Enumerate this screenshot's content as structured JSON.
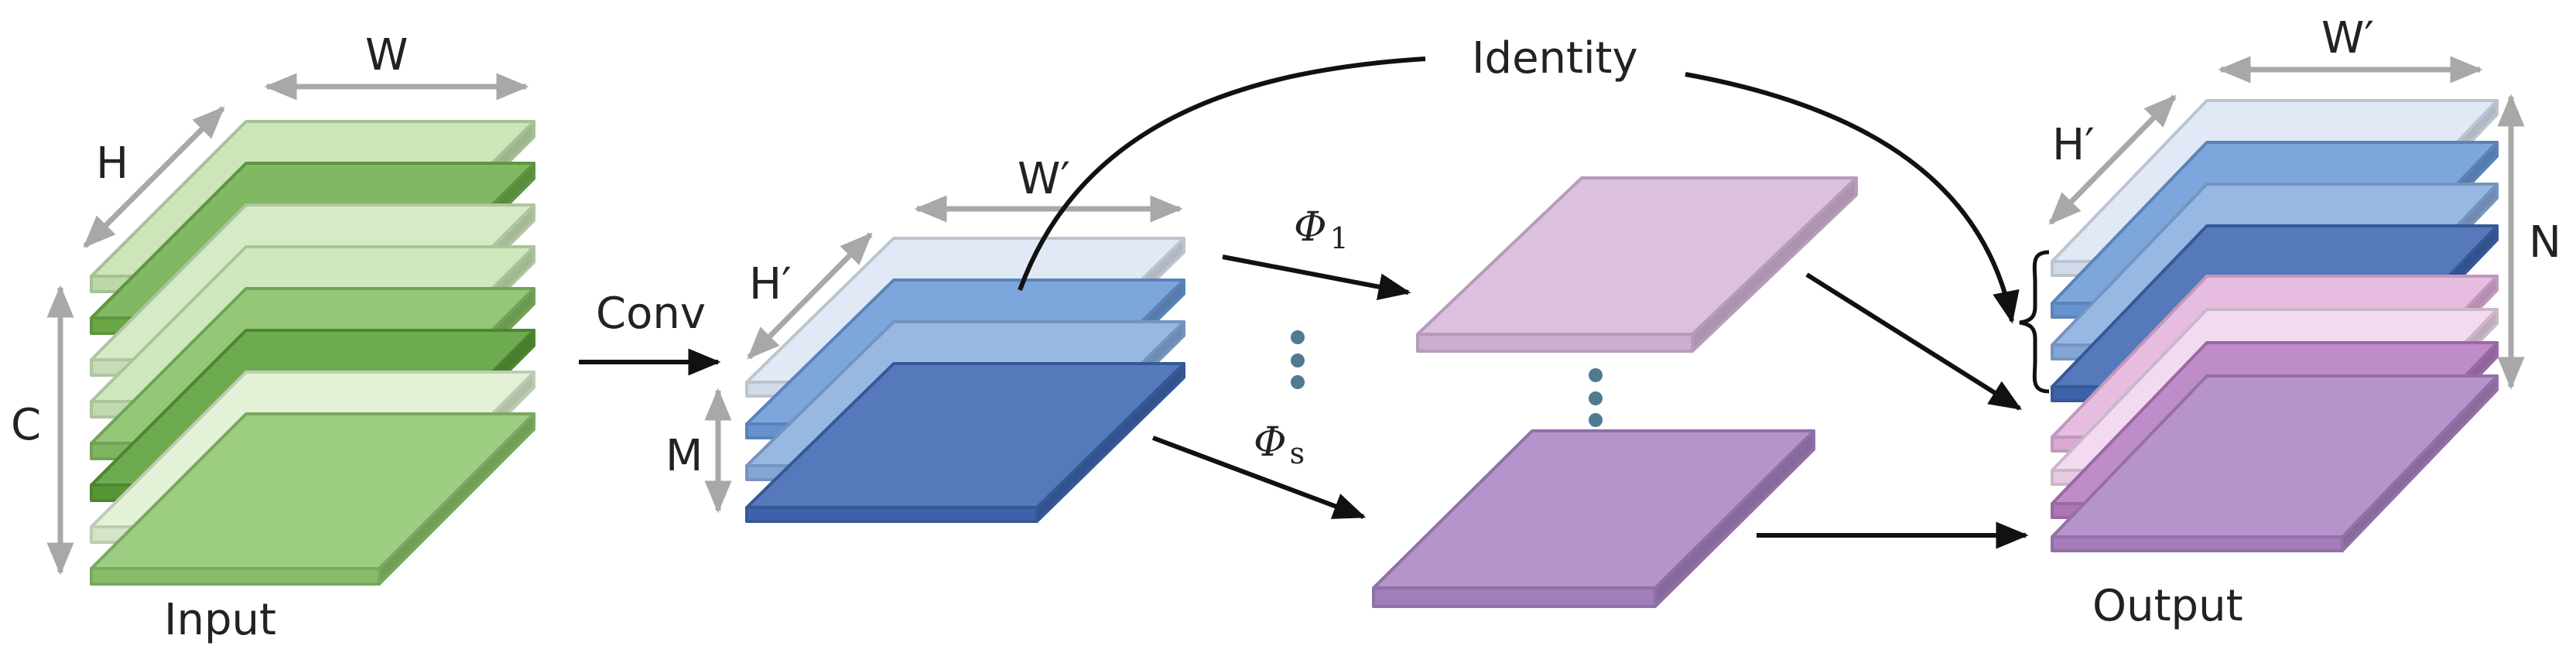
{
  "labels": {
    "input_w": "W",
    "input_h": "H",
    "input_c": "C",
    "input": "Input",
    "conv": "Conv",
    "mid_w": "W′",
    "mid_h": "H′",
    "mid_m": "M",
    "phi_1_sym": "Φ",
    "phi_1_sub": "1",
    "phi_s_sym": "Φ",
    "phi_s_sub": "s",
    "identity": "Identity",
    "out_w": "W′",
    "out_h": "H′",
    "out_n": "N",
    "output": "Output"
  },
  "colors": {
    "input_layers": [
      "#c5e3b0",
      "#6fb04b",
      "#cfe8bd",
      "#c9e6b6",
      "#86bf66",
      "#5a9e38",
      "#dff0d2",
      "#8ec66f"
    ],
    "mid_layers": [
      "#dde6f5",
      "#6b9ad8",
      "#8aaee0",
      "#3f67b2"
    ],
    "phi_1": "#d7b8db",
    "phi_s": "#a985c4",
    "out_blue_layers": [
      "#dde6f5",
      "#6b9ad8",
      "#8aaee0",
      "#3f67b2"
    ],
    "out_purple_layers": [
      "#e3b3dc",
      "#f0d6ee",
      "#b57cc0",
      "#ad84c4"
    ],
    "arrow": "#111111",
    "dimension_arrow": "#a8a8a8",
    "dots": "#4f7a8f"
  }
}
